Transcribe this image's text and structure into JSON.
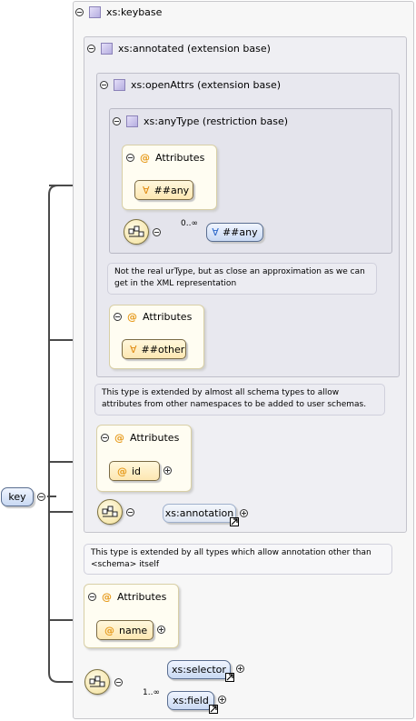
{
  "root": {
    "label": "key"
  },
  "keybase": {
    "title": "xs:keybase"
  },
  "annotated": {
    "title": "xs:annotated (extension base)"
  },
  "openAttrs": {
    "title": "xs:openAttrs (extension base)"
  },
  "anyType": {
    "title": "xs:anyType (restriction base)",
    "attributes_label": "Attributes",
    "any_attribute": "##any",
    "occurrence": "0..∞",
    "any_element": "##any",
    "note": "Not the real urType, but as close an approximation as we can get in the XML representation"
  },
  "openAttrsAttributes": {
    "label": "Attributes",
    "other": "##other"
  },
  "openAttrsNote": "This type is extended by almost all schema types to allow attributes from other namespaces to be added to user schemas.",
  "annotatedAttributes": {
    "label": "Attributes",
    "id": "id"
  },
  "annotation": {
    "label": "xs:annotation"
  },
  "annotatedNote": "This type is extended by all types which allow annotation other than <schema> itself",
  "keybaseAttributes": {
    "label": "Attributes",
    "name": "name"
  },
  "sequence": {
    "selector": "xs:selector",
    "field_occurrence": "1..∞",
    "field": "xs:field"
  },
  "icons": {
    "expanded": "collapse-icon",
    "type": "complex-type-icon",
    "attribute": "at-sign-icon",
    "any": "forall-icon",
    "sequence": "sequence-compositor-icon",
    "reference": "reference-arrow-icon",
    "expand": "expand-icon"
  }
}
